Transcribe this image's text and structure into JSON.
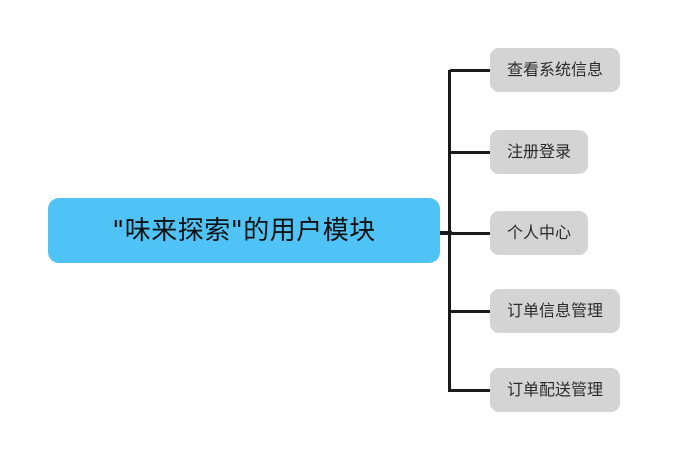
{
  "diagram": {
    "type": "mind-map",
    "orientation": "left-to-right",
    "root": {
      "label": "\"味来探索\"的用户模块",
      "fill_color": "#4FC3F5",
      "text_color": "#111111"
    },
    "branch_color": "#1A1A1A",
    "children": [
      {
        "label": "查看系统信息",
        "fill_color": "#D4D4D4",
        "text_color": "#2B2B2B"
      },
      {
        "label": "注册登录",
        "fill_color": "#D4D4D4",
        "text_color": "#2B2B2B"
      },
      {
        "label": "个人中心",
        "fill_color": "#D4D4D4",
        "text_color": "#2B2B2B"
      },
      {
        "label": "订单信息管理",
        "fill_color": "#D4D4D4",
        "text_color": "#2B2B2B"
      },
      {
        "label": "订单配送管理",
        "fill_color": "#D4D4D4",
        "text_color": "#2B2B2B"
      }
    ]
  }
}
